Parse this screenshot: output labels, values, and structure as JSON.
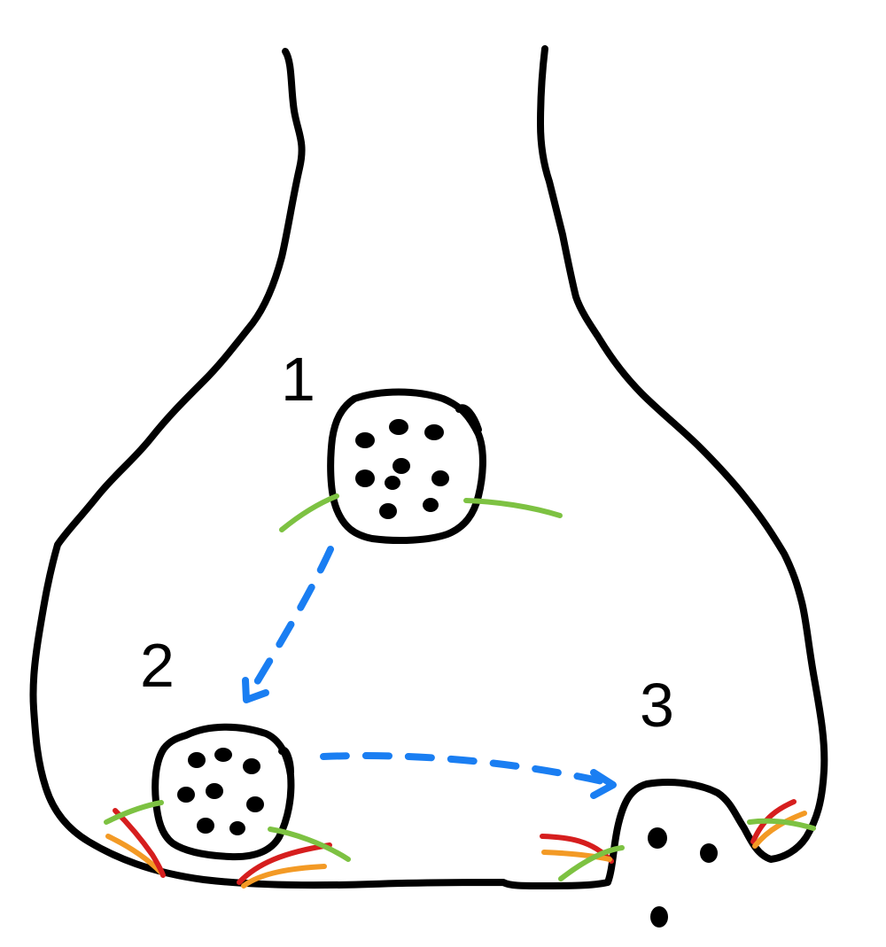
{
  "labels": {
    "stage1": "1",
    "stage2": "2",
    "stage3": "3"
  },
  "colors": {
    "outline": "#000000",
    "arrow": "#1a7ef2",
    "protein_green": "#7dc242",
    "protein_red": "#d61e1e",
    "protein_orange": "#f39a25"
  }
}
